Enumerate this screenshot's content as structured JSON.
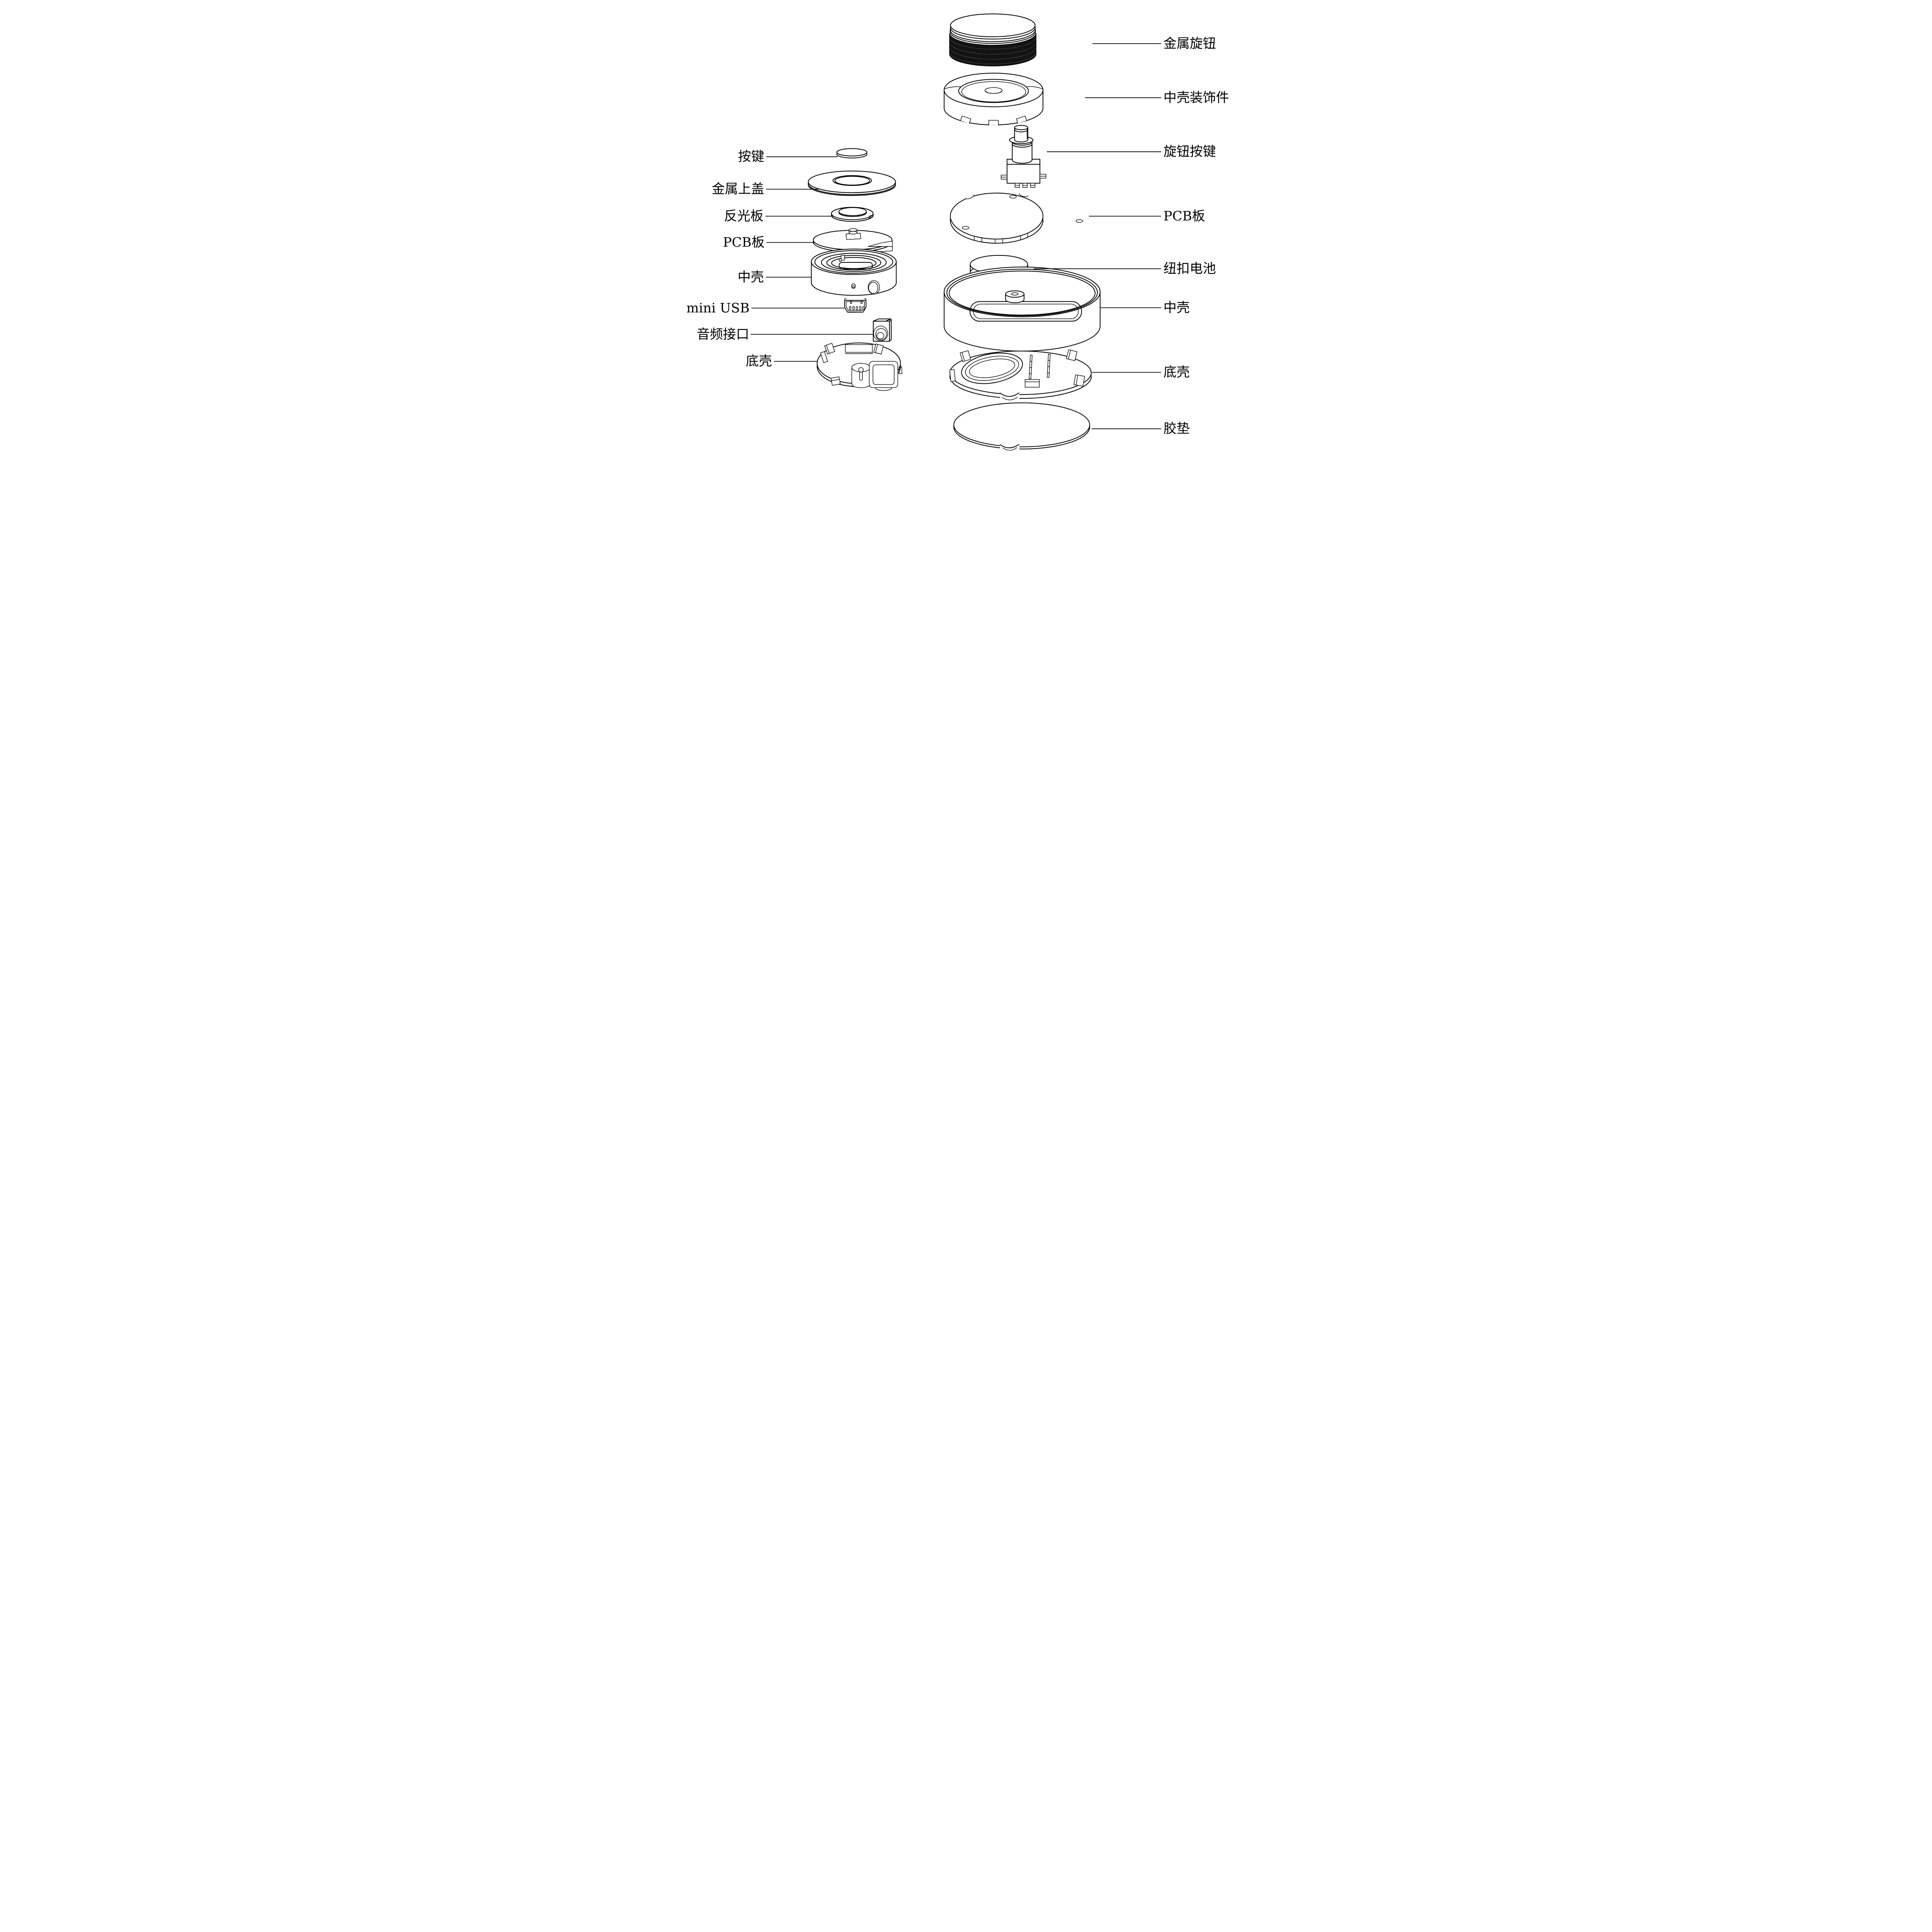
{
  "page": {
    "background_color": "#ffffff",
    "line_color": "#000000",
    "knurl_color": "#0a0a0a",
    "kind": "exploded-assembly-line-drawing"
  },
  "left_assembly": {
    "labels": [
      {
        "text": "按键"
      },
      {
        "text": "金属上盖"
      },
      {
        "text": "反光板"
      },
      {
        "text": "PCB板"
      },
      {
        "text": "中壳"
      },
      {
        "text": "mini USB"
      },
      {
        "text": "音频接口"
      },
      {
        "text": "底壳"
      }
    ]
  },
  "right_assembly": {
    "labels": [
      {
        "text": "金属旋钮"
      },
      {
        "text": "中壳装饰件"
      },
      {
        "text": "旋钮按键"
      },
      {
        "text": "PCB板"
      },
      {
        "text": "纽扣电池"
      },
      {
        "text": "中壳"
      },
      {
        "text": "底壳"
      },
      {
        "text": "胶垫"
      }
    ]
  }
}
